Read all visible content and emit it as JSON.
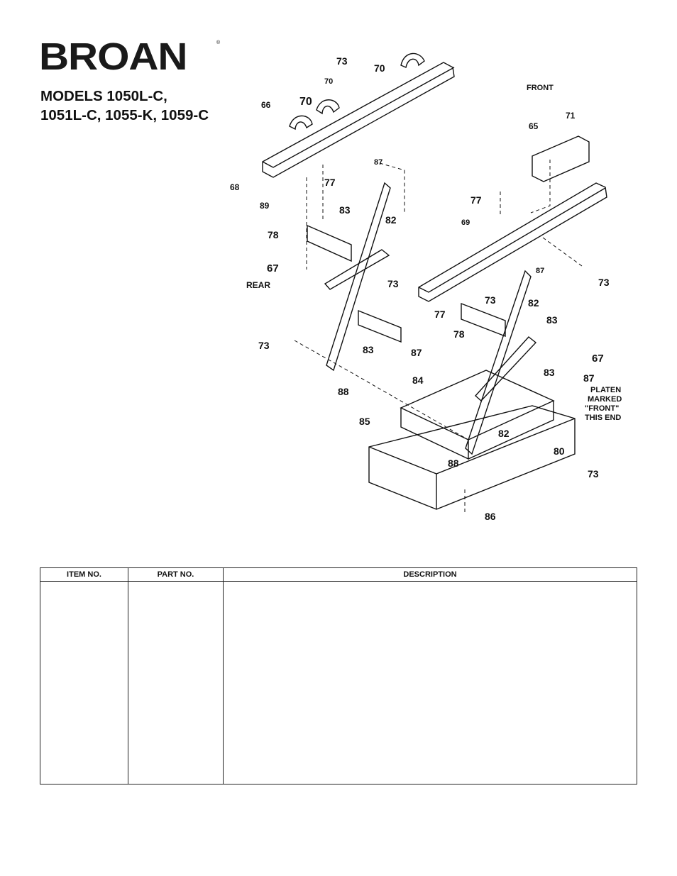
{
  "brand": {
    "name": "BROAN",
    "registered": "®"
  },
  "models": {
    "line1": "MODELS 1050L-C,",
    "line2": "1051L-C, 1055-K, 1059-C"
  },
  "diagram": {
    "labels": {
      "front": "FRONT",
      "rear": "REAR",
      "platen1": "PLATEN",
      "platen2": "MARKED",
      "platen3": "\"FRONT\"",
      "platen4": "THIS END"
    },
    "callouts": [
      "73",
      "70",
      "70",
      "70",
      "66",
      "68",
      "89",
      "77",
      "87",
      "83",
      "82",
      "78",
      "67",
      "73",
      "73",
      "83",
      "87",
      "88",
      "71",
      "65",
      "77",
      "69",
      "73",
      "87",
      "73",
      "82",
      "83",
      "77",
      "78",
      "67",
      "83",
      "87",
      "84",
      "85",
      "82",
      "88",
      "80",
      "73",
      "86"
    ]
  },
  "table": {
    "headers": {
      "item": "ITEM NO.",
      "part": "PART NO.",
      "description": "DESCRIPTION"
    }
  }
}
